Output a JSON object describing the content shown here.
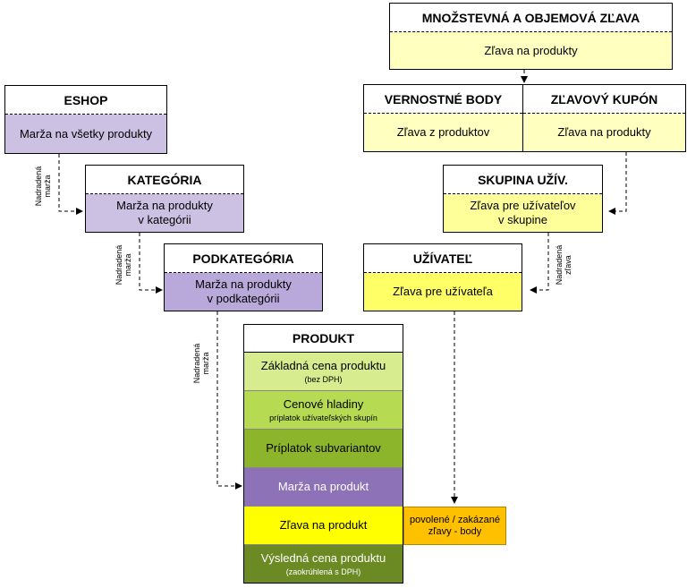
{
  "eshop": {
    "title": "ESHOP",
    "body": "Marža na všetky produkty"
  },
  "kategoria": {
    "title": "KATEGÓRIA",
    "body1": "Marža na produkty",
    "body2": "v kategórii"
  },
  "podkategoria": {
    "title": "PODKATEGÓRIA",
    "body1": "Marža na produkty",
    "body2": "v podkategórii"
  },
  "mnozstevna": {
    "title": "MNOŽSTEVNÁ A OBJEMOVÁ ZĽAVA",
    "body": "Zľava na produkty"
  },
  "vernostne": {
    "title": "VERNOSTNÉ BODY",
    "body": "Zľava z produktov"
  },
  "kupon": {
    "title": "ZĽAVOVÝ KUPÓN",
    "body": "Zľava na produkty"
  },
  "skupina": {
    "title": "SKUPINA UŽÍV.",
    "body1": "Zľava pre užívateľov",
    "body2": "v skupine"
  },
  "uzivatel": {
    "title": "UŽÍVATEĽ",
    "body": "Zľava pre užívateľa"
  },
  "produkt": {
    "title": "PRODUKT",
    "rows": [
      {
        "main": "Základná cena produktu",
        "sub": "(bez DPH)"
      },
      {
        "main": "Cenové hladiny",
        "sub": "príplatok užívateľských skupín"
      },
      {
        "main": "Príplatok subvariantov",
        "sub": ""
      },
      {
        "main": "Marža na produkt",
        "sub": ""
      },
      {
        "main": "Zľava na produkt",
        "sub": ""
      },
      {
        "main": "Výsledná cena produktu",
        "sub": "(zaokrúhlená s DPH)"
      }
    ]
  },
  "note": {
    "line1": "povolené / zakázané",
    "line2": "zľavy - body"
  },
  "edge_labels": {
    "nadradena": "Nadradená",
    "marza": "marža",
    "zlava": "zľava"
  },
  "colors": {
    "margin_light": "#ccc1e2",
    "margin_mid": "#b8a9da",
    "margin_dark": "#8e72b8",
    "discount_light": "#ffffc0",
    "discount_mid": "#ffff99",
    "discount_bright": "#ffff00",
    "price_base": "#d6ec8e",
    "price_levels": "#b6db52",
    "price_sub": "#8cb52c",
    "price_final": "#6b8a24",
    "note": "#ffc000"
  }
}
